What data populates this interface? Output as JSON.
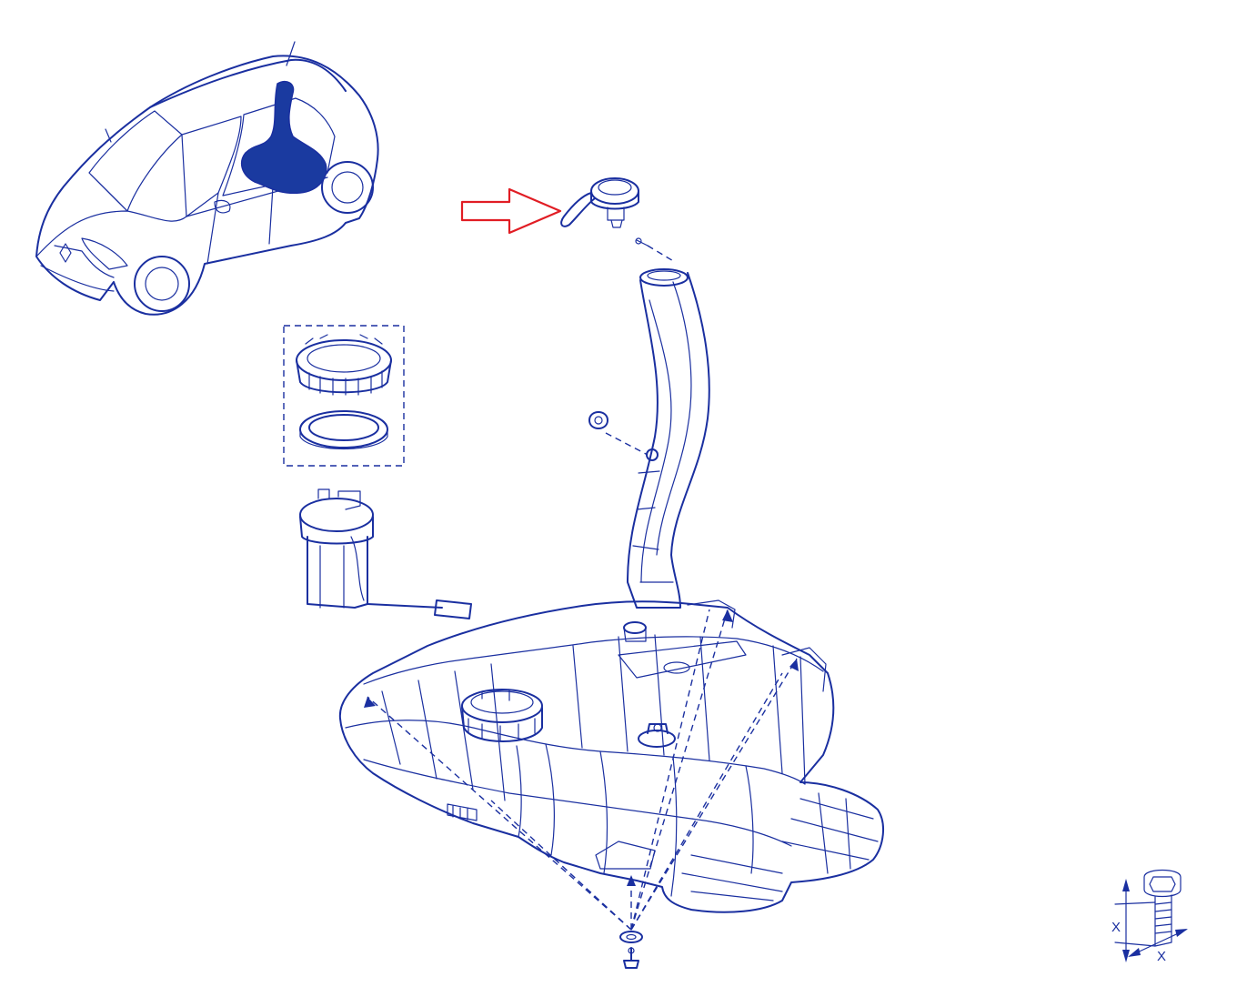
{
  "diagram": {
    "colors": {
      "line": "#1a2fa0",
      "fill": "#1a3aa0",
      "highlight_arrow": "#e11d24",
      "background": "#ffffff"
    },
    "parts": [
      "car-location-view",
      "fuel-tank",
      "filler-neck",
      "filler-cap",
      "locking-ring",
      "pump-seal",
      "fuel-pump-sender",
      "mounting-bolt",
      "washer",
      "neck-fixing-clip",
      "cap-screw"
    ],
    "highlighted_part": "filler-cap",
    "torque_legend": {
      "dimension_label_vertical": "X",
      "dimension_label_horizontal": "X"
    }
  }
}
